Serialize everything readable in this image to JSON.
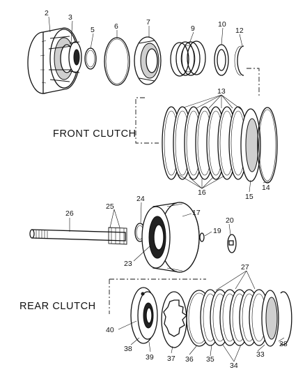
{
  "labels": {
    "front_clutch": "FRONT CLUTCH",
    "rear_clutch": "REAR CLUTCH"
  },
  "callouts": {
    "c2": "2",
    "c3": "3",
    "c5": "5",
    "c6": "6",
    "c7": "7",
    "c9": "9",
    "c10": "10",
    "c12": "12",
    "c13": "13",
    "c14": "14",
    "c15": "15",
    "c16": "16",
    "c17": "17",
    "c19": "19",
    "c20": "20",
    "c23": "23",
    "c24": "24",
    "c25": "25",
    "c26": "26",
    "c27": "27",
    "c28": "28",
    "c33": "33",
    "c34": "34",
    "c35": "35",
    "c36": "36",
    "c37": "37",
    "c38": "38",
    "c39": "39",
    "c40": "40"
  }
}
